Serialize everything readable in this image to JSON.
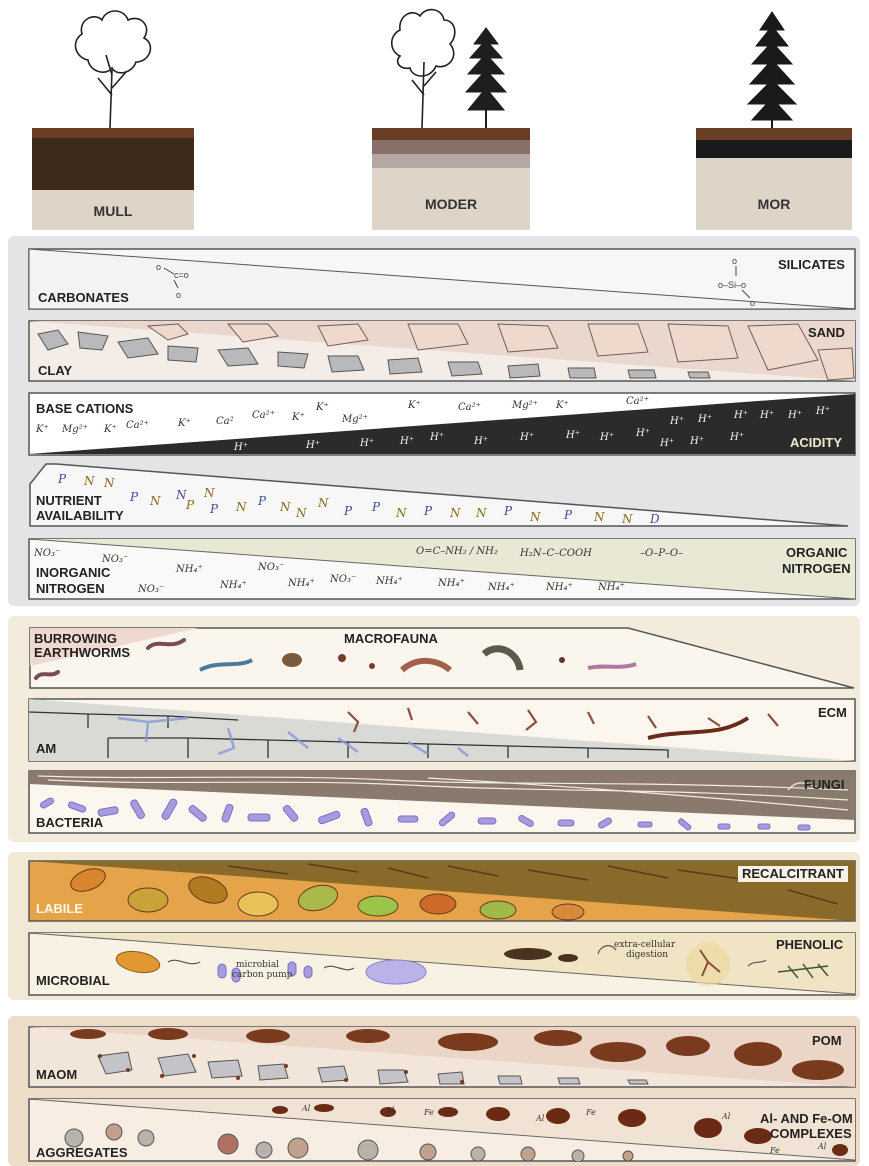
{
  "soil_types": [
    "MULL",
    "MODER",
    "MOR"
  ],
  "chemistry": {
    "carbonates": "CARBONATES",
    "silicates": "SILICATES",
    "sand": "SAND",
    "clay": "CLAY",
    "base_cations": "BASE CATIONS",
    "acidity": "ACIDITY",
    "nutrient_line1": "NUTRIENT",
    "nutrient_line2": "AVAILABILITY",
    "inorganic_line1": "INORGANIC",
    "inorganic_line2": "NITROGEN",
    "organic_line1": "ORGANIC",
    "organic_line2": "NITROGEN",
    "base_cation_glyphs": [
      "K⁺",
      "Mg²⁺",
      "K⁺",
      "Ca²⁺",
      "K⁺",
      "Ca²",
      "Ca²⁺",
      "K⁺",
      "K⁺",
      "Mg²⁺",
      "K⁺",
      "Ca²⁺",
      "Mg²⁺",
      "K⁺",
      "Ca²⁺"
    ],
    "proton_glyphs": [
      "H⁺",
      "H⁺",
      "H⁺",
      "H⁺",
      "H⁺",
      "H⁺",
      "H⁺",
      "H⁺",
      "H⁺",
      "H⁺",
      "H⁺",
      "H⁺",
      "H⁺",
      "H⁺",
      "H⁺",
      "H⁺",
      "H⁺",
      "H⁺",
      "H⁺"
    ],
    "nutrient_glyphs": [
      "P",
      "N",
      "N",
      "P",
      "N",
      "N",
      "P",
      "N",
      "P",
      "N",
      "P",
      "N",
      "N",
      "N",
      "P",
      "P",
      "N",
      "P",
      "N",
      "N",
      "P",
      "N",
      "P",
      "N",
      "N",
      "D"
    ],
    "inorganic_glyphs": [
      "NO₃⁻",
      "NO₃⁻",
      "NO₃⁻",
      "NH₄⁺",
      "NO₃⁻",
      "NH₄⁺",
      "NH₄⁺",
      "NO₃⁻",
      "NH₄⁺",
      "NH₄⁺",
      "NH₄⁺",
      "NH₄⁺",
      "NH₄⁺"
    ],
    "organic_formulas": [
      "O=C–NH₂ / NH₂",
      "H₂N–C–COOH",
      "–O–P–O–"
    ]
  },
  "biota": {
    "burrowing_line1": "BURROWING",
    "burrowing_line2": "EARTHWORMS",
    "macrofauna": "MACROFAUNA",
    "ecm": "ECM",
    "am": "AM",
    "fungi": "FUNGI",
    "bacteria": "BACTERIA"
  },
  "litter": {
    "recalcitrant": "RECALCITRANT",
    "labile": "LABILE",
    "phenolic": "PHENOLIC",
    "microbial": "MICROBIAL",
    "microbial_carbon_pump_line1": "microbial",
    "microbial_carbon_pump_line2": "carbon pump",
    "extracellular_line1": "extra-cellular",
    "extracellular_line2": "digestion"
  },
  "organic_matter": {
    "pom": "POM",
    "maom": "MAOM",
    "al_fe_line1": "Al- AND Fe-OM",
    "al_fe_line2": "COMPLEXES",
    "aggregates": "AGGREGATES",
    "metal_glyphs": [
      "Al",
      "Al",
      "Fe",
      "Al",
      "Fe",
      "Al",
      "Fe",
      "Al"
    ]
  },
  "colors": {
    "panel_gray": "#e4e4e6",
    "panel_beige_1": "#f3ecdc",
    "panel_beige_2": "#f1e8d6",
    "panel_beige_3": "#ecdcc8",
    "acidity_black": "#2b2b2b",
    "humus_dark": "#4a3220",
    "mineral_light": "#ded5c8"
  }
}
